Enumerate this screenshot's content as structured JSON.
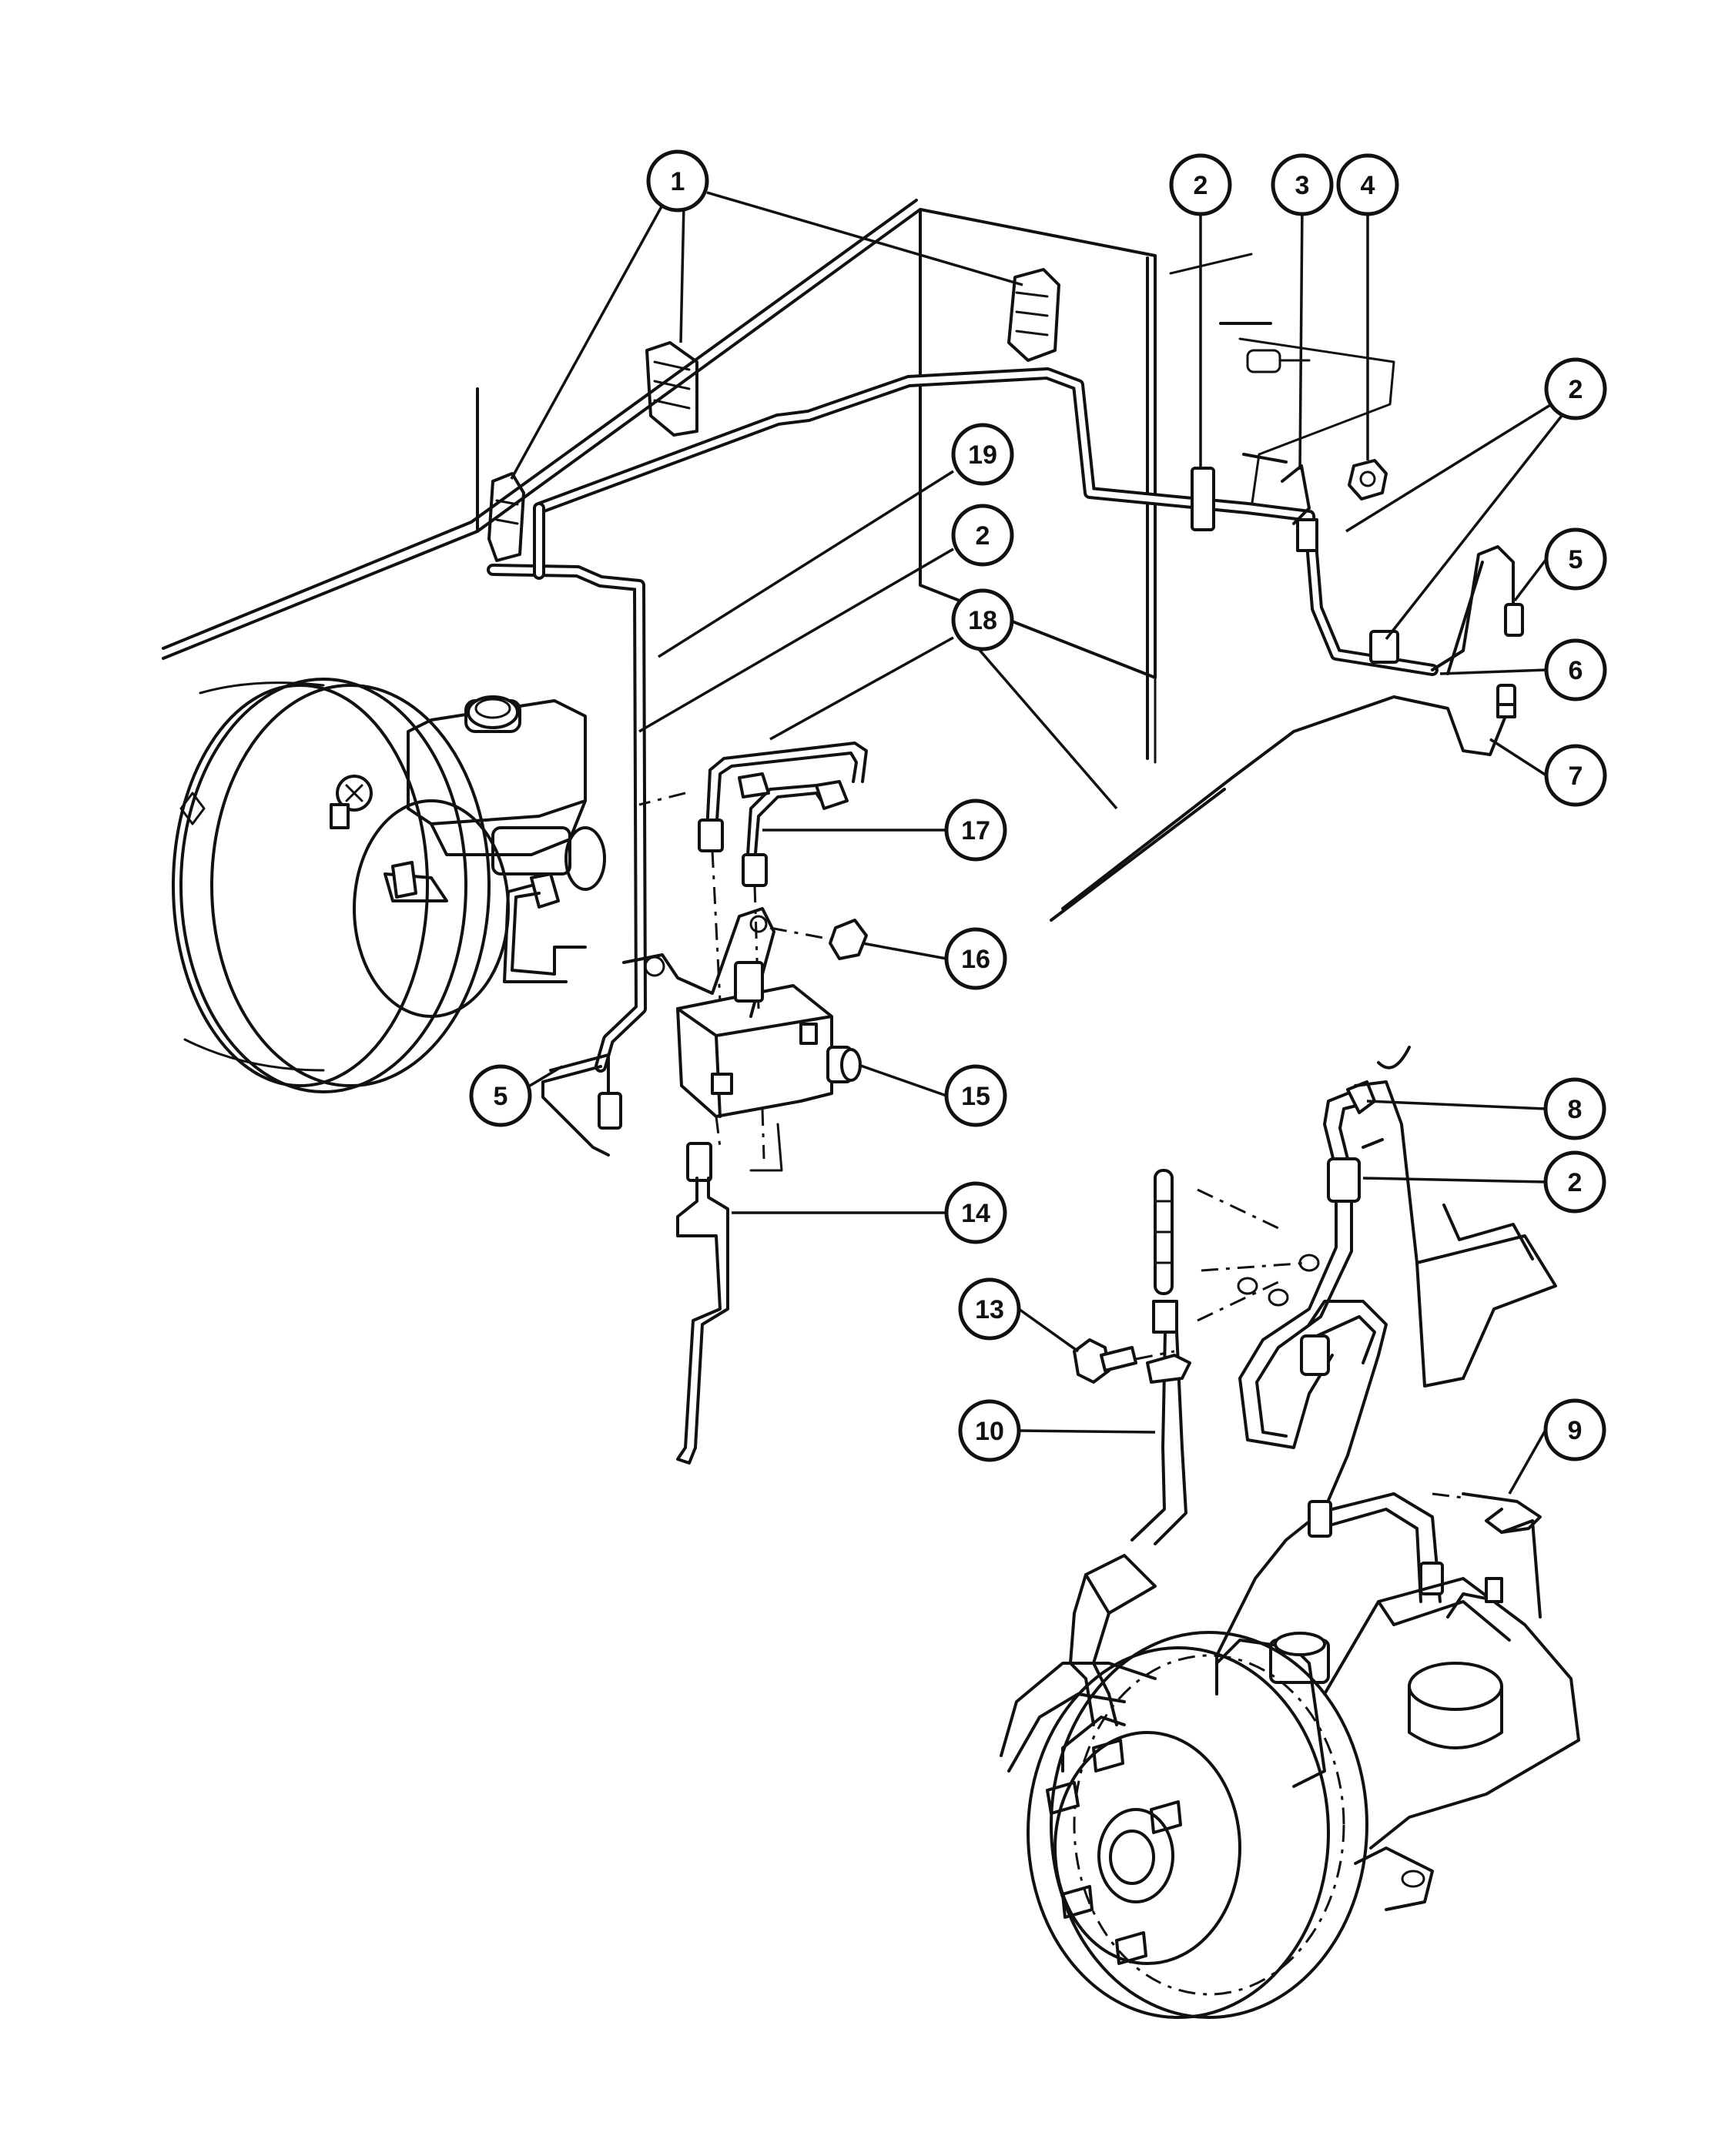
{
  "callouts": [
    {
      "id": "c1",
      "label": "1"
    },
    {
      "id": "c2a",
      "label": "2"
    },
    {
      "id": "c3",
      "label": "3"
    },
    {
      "id": "c4",
      "label": "4"
    },
    {
      "id": "c2b",
      "label": "2"
    },
    {
      "id": "c5a",
      "label": "5"
    },
    {
      "id": "c6",
      "label": "6"
    },
    {
      "id": "c7",
      "label": "7"
    },
    {
      "id": "c19",
      "label": "19"
    },
    {
      "id": "c2c",
      "label": "2"
    },
    {
      "id": "c18",
      "label": "18"
    },
    {
      "id": "c17",
      "label": "17"
    },
    {
      "id": "c16",
      "label": "16"
    },
    {
      "id": "c15",
      "label": "15"
    },
    {
      "id": "c5b",
      "label": "5"
    },
    {
      "id": "c14",
      "label": "14"
    },
    {
      "id": "c8",
      "label": "8"
    },
    {
      "id": "c2d",
      "label": "2"
    },
    {
      "id": "c13",
      "label": "13"
    },
    {
      "id": "c10",
      "label": "10"
    },
    {
      "id": "c9",
      "label": "9"
    }
  ]
}
